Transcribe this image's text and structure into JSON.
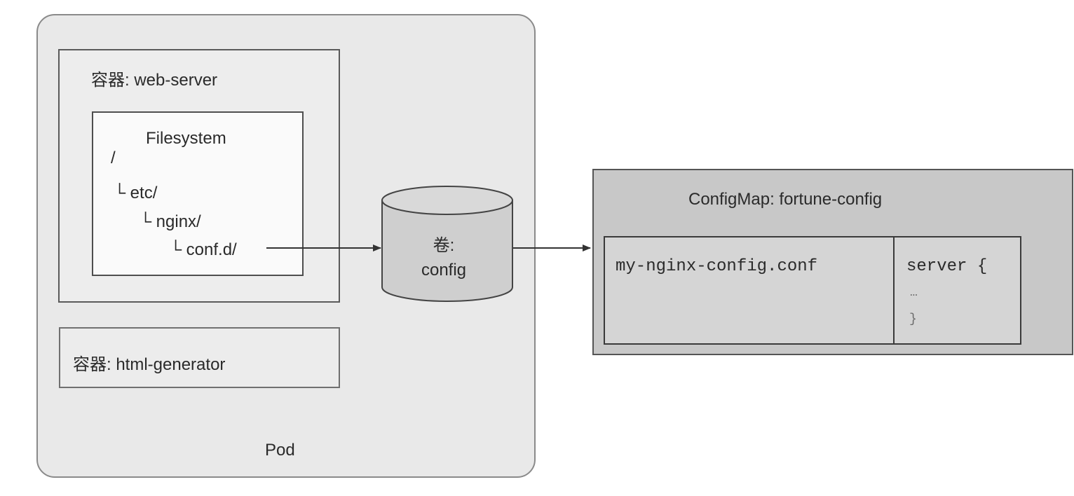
{
  "pod": {
    "label": "Pod",
    "container_web": {
      "label": "容器: web-server",
      "filesystem": {
        "title": "Filesystem",
        "tree": [
          "/",
          "└ etc/",
          "└ nginx/",
          "└ conf.d/"
        ]
      }
    },
    "container_html": {
      "label": "容器: html-generator"
    }
  },
  "volume": {
    "line1": "卷:",
    "line2": "config"
  },
  "configmap": {
    "title": "ConfigMap: fortune-config",
    "key": "my-nginx-config.conf",
    "value_lines": [
      "server {",
      "…",
      "}"
    ]
  },
  "colors": {
    "pod_bg": "#e9e9e9",
    "configmap_bg": "#c8c8c8",
    "volume_fill": "#cfcfcf",
    "line": "#333333"
  }
}
